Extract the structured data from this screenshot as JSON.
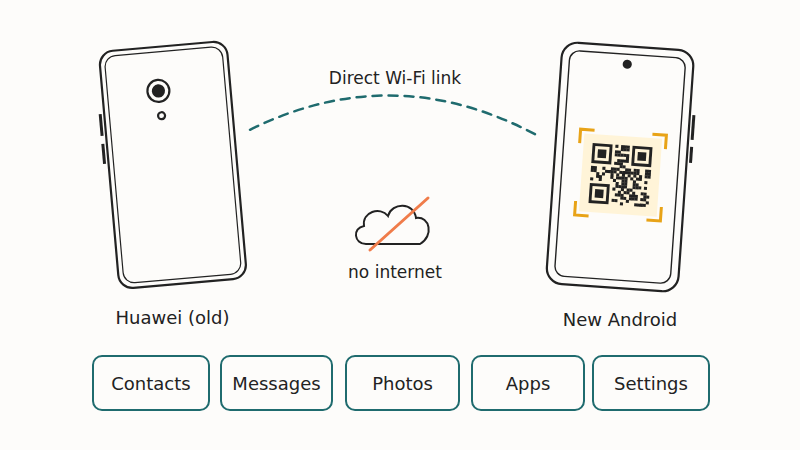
{
  "diagram": {
    "nodes": [
      {
        "text": [
          "Huawei (old)"
        ]
      },
      {
        "text": [
          "New Android"
        ]
      },
      {
        "text": [
          "Contacts"
        ]
      },
      {
        "text": [
          "Messages"
        ]
      },
      {
        "text": [
          "Photos"
        ]
      },
      {
        "text": [
          "Apps"
        ]
      },
      {
        "text": [
          "Settings"
        ]
      }
    ],
    "edges": [
      {
        "from": 0,
        "to": 1,
        "arrow": "none",
        "label": "Direct Wi-Fi link"
      }
    ],
    "labels": [
      "no internet"
    ]
  }
}
